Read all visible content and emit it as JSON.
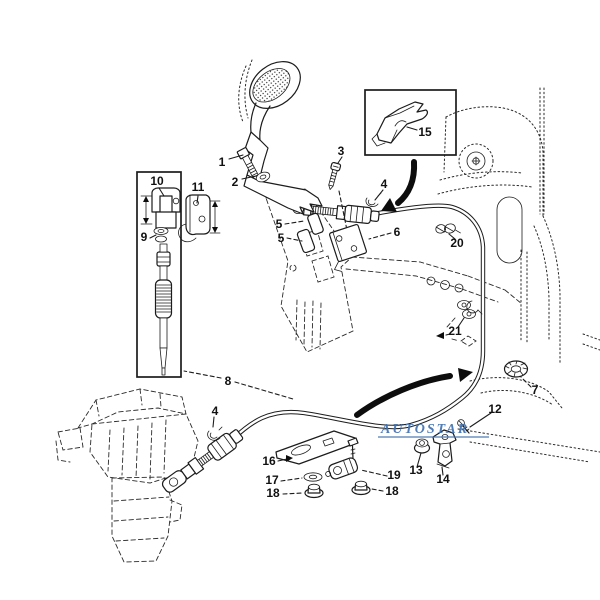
{
  "diagram": {
    "watermark": {
      "text": "AUTOSTAR",
      "color": "#4272b0"
    },
    "colors": {
      "background": "#ffffff",
      "line": "#1c1c1c",
      "arrow": "#0d0d0d"
    },
    "callouts": [
      {
        "label": "1"
      },
      {
        "label": "2"
      },
      {
        "label": "3"
      },
      {
        "label": "4"
      },
      {
        "label": "4"
      },
      {
        "label": "5"
      },
      {
        "label": "5"
      },
      {
        "label": "6"
      },
      {
        "label": "7"
      },
      {
        "label": "8"
      },
      {
        "label": "9"
      },
      {
        "label": "10"
      },
      {
        "label": "11"
      },
      {
        "label": "12"
      },
      {
        "label": "13"
      },
      {
        "label": "14"
      },
      {
        "label": "15"
      },
      {
        "label": "16"
      },
      {
        "label": "17"
      },
      {
        "label": "18"
      },
      {
        "label": "18"
      },
      {
        "label": "19"
      },
      {
        "label": "20"
      },
      {
        "label": "21"
      }
    ]
  }
}
